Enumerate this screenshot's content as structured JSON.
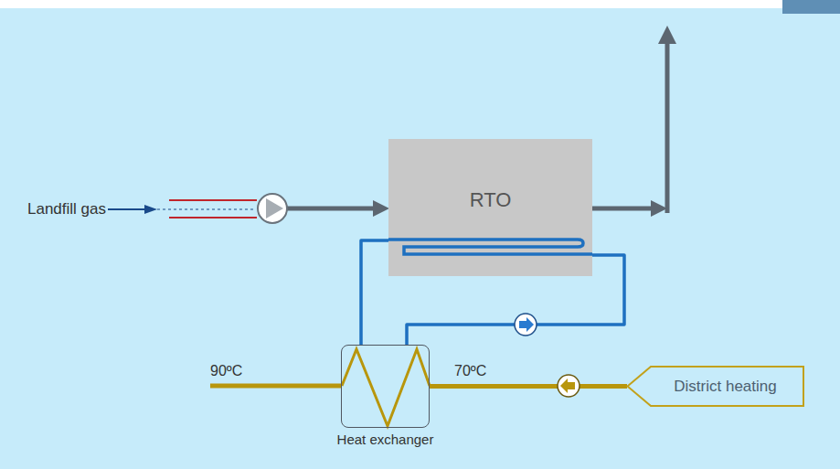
{
  "diagram": {
    "nodes": [
      {
        "text": [
          "RTO"
        ]
      },
      {
        "text": [
          "Heat exchanger"
        ]
      },
      {
        "text": [
          "District heating"
        ]
      }
    ],
    "edges": [
      {
        "from": 0,
        "to": 1,
        "arrow": "none"
      },
      {
        "from": 1,
        "to": 0,
        "arrow": "none"
      },
      {
        "from": 2,
        "to": 1,
        "arrow": "none"
      }
    ],
    "labels": [
      "Landfill gas",
      "90ºC",
      "70ºC"
    ]
  }
}
